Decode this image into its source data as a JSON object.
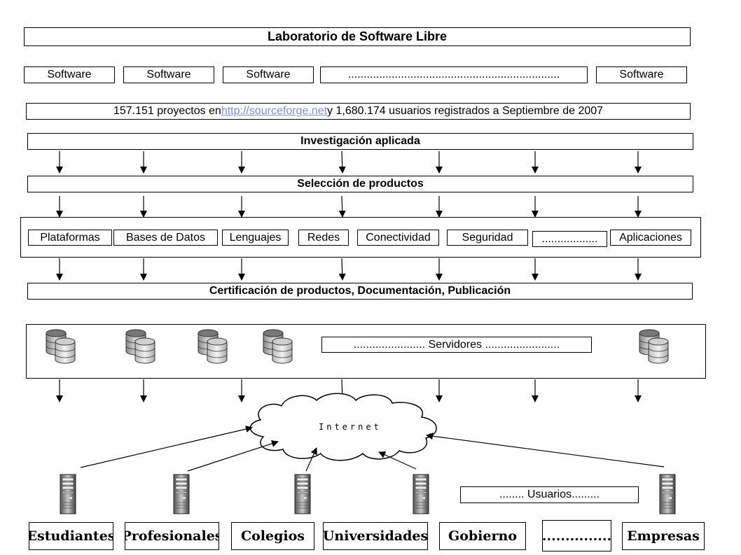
{
  "title": "Laboratorio de Software Libre",
  "software_row": [
    "Software",
    "Software",
    "Software",
    "....................................................................",
    "Software"
  ],
  "stats": {
    "before": "157.151 proyectos en ",
    "link": "http://sourceforge.net",
    "after": " y 1,680.174 usuarios registrados a Septiembre de 2007"
  },
  "research": "Investigación aplicada",
  "selection": "Selección de productos",
  "categories": [
    "Plataformas",
    "Bases de Datos",
    "Lenguajes",
    "Redes",
    "Conectividad",
    "Seguridad",
    "..................",
    "Aplicaciones"
  ],
  "certification": "Certificación de productos, Documentación, Publicación",
  "servers_label": "....................... Servidores ........................",
  "internet_label": "Internet",
  "users_label": "........ Usuarios.........",
  "user_groups": [
    "Estudiantes",
    "Profesionales",
    "Colegios",
    "Universidades",
    "Gobierno",
    "...............",
    "Empresas"
  ]
}
